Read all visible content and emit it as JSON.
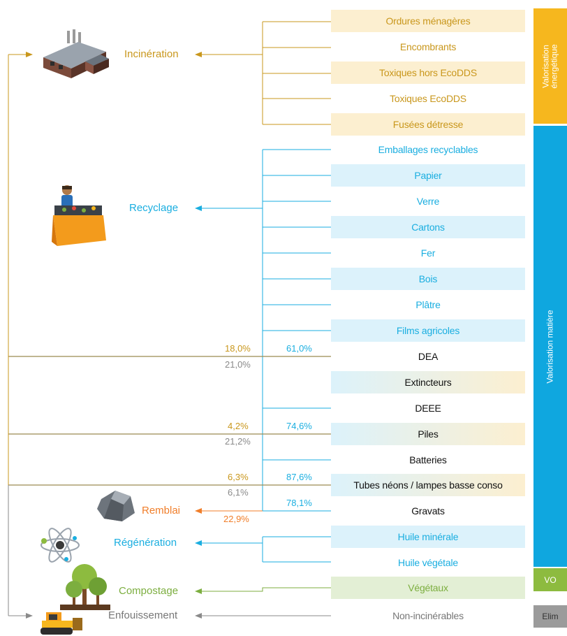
{
  "colors": {
    "energy": "#c9971c",
    "material": "#1aaee0",
    "organic": "#7cae3f",
    "elim": "#8a8a8a",
    "remblai": "#f07e2a",
    "box_energy": "#fcefd0",
    "box_material": "#dcf2fb",
    "box_organic": "#e3efd5"
  },
  "flows": [
    {
      "label": "Ordures ménagères"
    },
    {
      "label": "Encombrants"
    },
    {
      "label": "Toxiques  hors EcoDDS"
    },
    {
      "label": "Toxiques EcoDDS"
    },
    {
      "label": "Fusées détresse"
    },
    {
      "label": "Emballages recyclables"
    },
    {
      "label": "Papier"
    },
    {
      "label": "Verre"
    },
    {
      "label": "Cartons"
    },
    {
      "label": "Fer"
    },
    {
      "label": "Bois"
    },
    {
      "label": "Plâtre"
    },
    {
      "label": "Films agricoles"
    },
    {
      "label": "DEA"
    },
    {
      "label": "Extincteurs"
    },
    {
      "label": "DEEE"
    },
    {
      "label": "Piles"
    },
    {
      "label": "Batteries"
    },
    {
      "label": "Tubes néons / lampes basse conso"
    },
    {
      "label": "Gravats"
    },
    {
      "label": "Huile minérale"
    },
    {
      "label": "Huile végétale"
    },
    {
      "label": "Végétaux"
    },
    {
      "label": "Non-incinérables"
    }
  ],
  "categories": {
    "energy": "Valorisation énergétique",
    "material": "Valorisation matière",
    "organic": "VO",
    "elim": "Elim"
  },
  "destinations": {
    "incineration": "Incinération",
    "recyclage": "Recyclage",
    "remblai": "Remblai",
    "regeneration": "Régénération",
    "compostage": "Compostage",
    "enfouissement": "Enfouissement"
  },
  "percentages": {
    "dea_energy": "18,0%",
    "dea_material": "61,0%",
    "dea_elim": "21,0%",
    "piles_energy": "4,2%",
    "piles_material": "74,6%",
    "piles_elim": "21,2%",
    "tubes_energy": "6,3%",
    "tubes_material": "87,6%",
    "tubes_elim": "6,1%",
    "gravats_material": "78,1%",
    "gravats_remblai": "22,9%"
  },
  "icons": [
    "factory-icon",
    "sorting-worker-icon",
    "rock-icon",
    "atom-icon",
    "tree-icon",
    "bulldozer-icon"
  ]
}
